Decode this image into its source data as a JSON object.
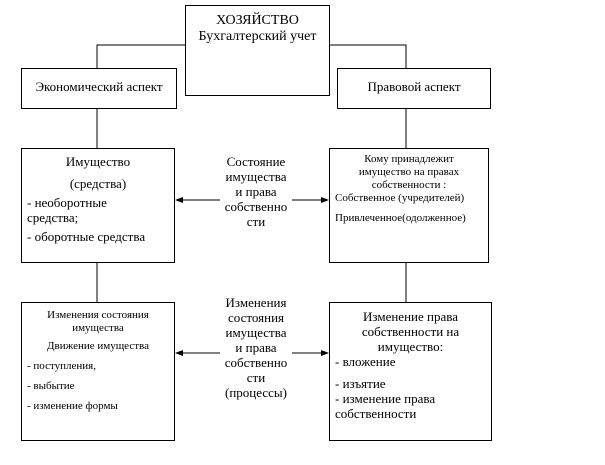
{
  "top": {
    "title": "ХОЗЯЙСТВО",
    "subtitle": "Бухгалтерский учет"
  },
  "economic": {
    "label": "Экономический аспект"
  },
  "legal": {
    "label": "Правовой аспект"
  },
  "property": {
    "title": "Имущество",
    "subtitle": "(средства)",
    "items": [
      "- необоротные средства;",
      "- оборотные средства"
    ]
  },
  "ownership": {
    "title": "Кому принадлежит имущество на правах собственности :",
    "items": [
      "Собственное (учредителей)",
      "Привлеченное(одолженное)"
    ]
  },
  "state_link": {
    "text": "Состояние имущества и права собственно сти"
  },
  "property_changes": {
    "title": "Изменения состояния имущества",
    "subtitle": "Движение имущества",
    "items": [
      "- поступления,",
      "- выбытие",
      "- изменение формы"
    ]
  },
  "rights_changes": {
    "title": "Изменение права собственности на имущество:",
    "items": [
      "- вложение",
      "- изъятие",
      "- изменение права собственности"
    ]
  },
  "process_link": {
    "text": "Изменения состояния имущества и права собственно сти (процессы)"
  }
}
